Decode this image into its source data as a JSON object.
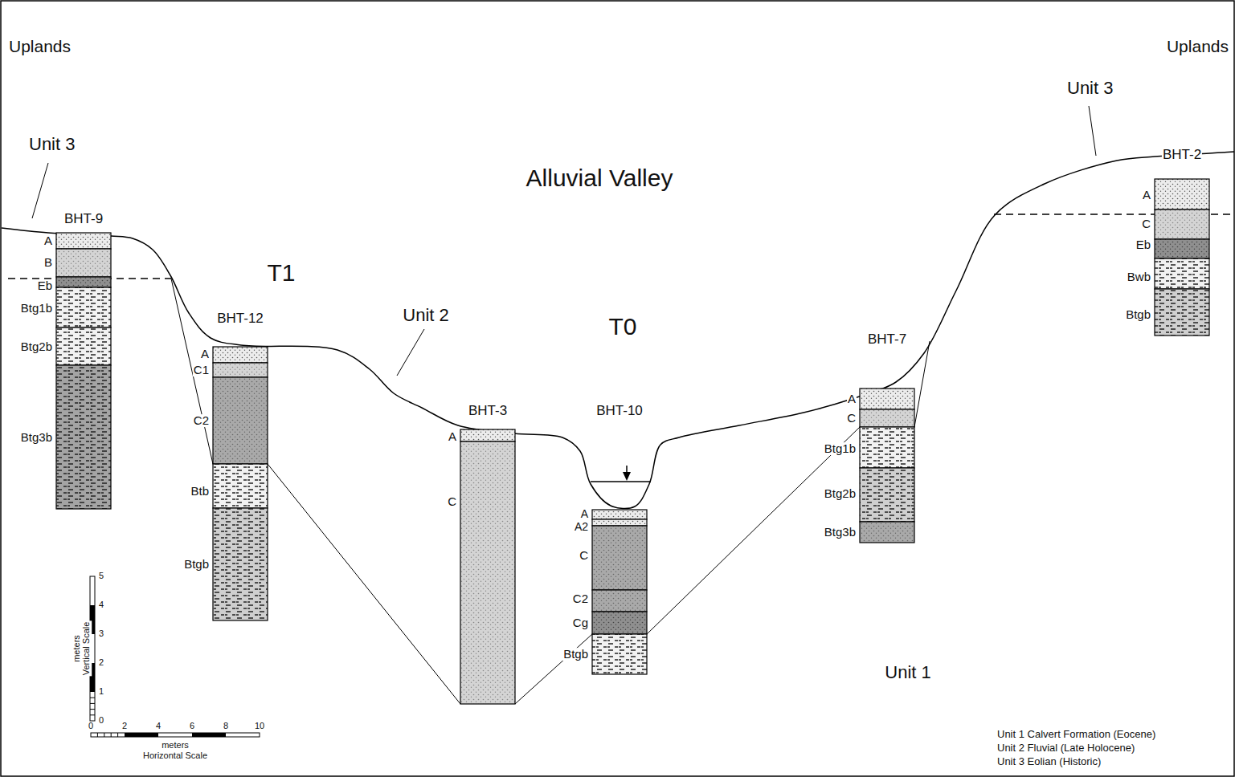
{
  "diagram": {
    "labels": [
      "Uplands",
      "Uplands",
      "Unit 3",
      "Unit 3",
      "BHT-9",
      "A",
      "B",
      "Eb",
      "Btg1b",
      "Btg2b",
      "Btg3b",
      "T1",
      "BHT-12",
      "A",
      "C1",
      "C2",
      "Btb",
      "Btgb",
      "Alluvial Valley",
      "Unit 2",
      "T0",
      "BHT-3",
      "A",
      "C",
      "BHT-10",
      "A",
      "A2",
      "C",
      "C2",
      "Cg",
      "Btgb",
      "BHT-7",
      "A",
      "C",
      "Btg1b",
      "Btg2b",
      "Btg3b",
      "BHT-2",
      "A",
      "C",
      "Eb",
      "Bwb",
      "Btgb",
      "Unit 1",
      "5",
      "4",
      "3",
      "2",
      "1",
      "0",
      "meters",
      "Vertical Scale",
      "0",
      "2",
      "4",
      "6",
      "8",
      "10",
      "meters",
      "Horizontal Scale",
      "Unit 1 Calvert Formation (Eocene)",
      "Unit 2 Fluvial (Late Holocene)",
      "Unit 3 Eolian (Historic)"
    ]
  }
}
